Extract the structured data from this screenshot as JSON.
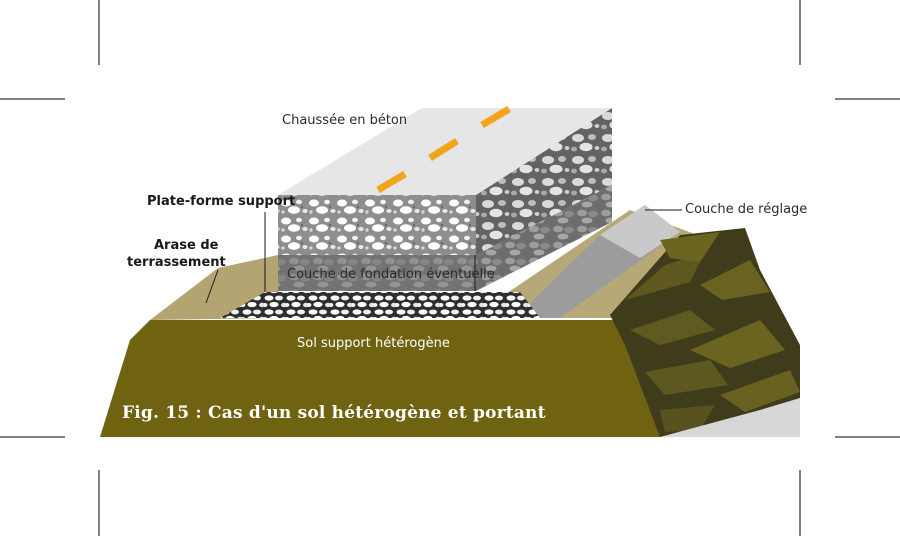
{
  "labels": {
    "chaussee": "Chaussée en béton",
    "plateforme": "Plate-forme support",
    "arase_line1": "Arase de",
    "arase_line2": "terrassement",
    "fondation": "Couche de fondation éventuelle",
    "reglage": "Couche de réglage",
    "sol": "Sol support hétérogène"
  },
  "caption": "Fig. 15 : Cas d'un sol hétérogène et portant",
  "colors": {
    "soil": "#6f6210",
    "soil_dark": "#4f4a1f",
    "concrete_top": "#e6e6e6",
    "aggregate": "#8a8a8a",
    "gravel": "#3a3a3a",
    "reglage": "#9a9a9a",
    "embankment": "#b3a472",
    "stripe": "#f2a51b"
  }
}
